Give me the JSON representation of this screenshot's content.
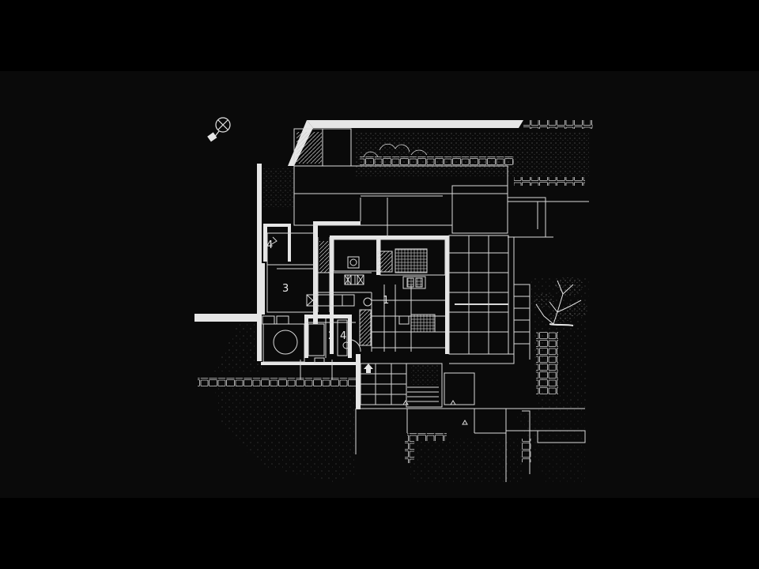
{
  "colors": {
    "background": "#0a0a0a",
    "letterbox": "#000000",
    "line": "#d9d9d9",
    "wall": "#e6e6e6"
  },
  "icons": {
    "north_arrow": "north-arrow-icon",
    "tree": "tree-icon",
    "entrance": "entrance-arrow-icon"
  },
  "room_labels": {
    "main": "1",
    "bath": "2",
    "kitchen": "3",
    "storage_upper": "4",
    "toilet": "4"
  }
}
